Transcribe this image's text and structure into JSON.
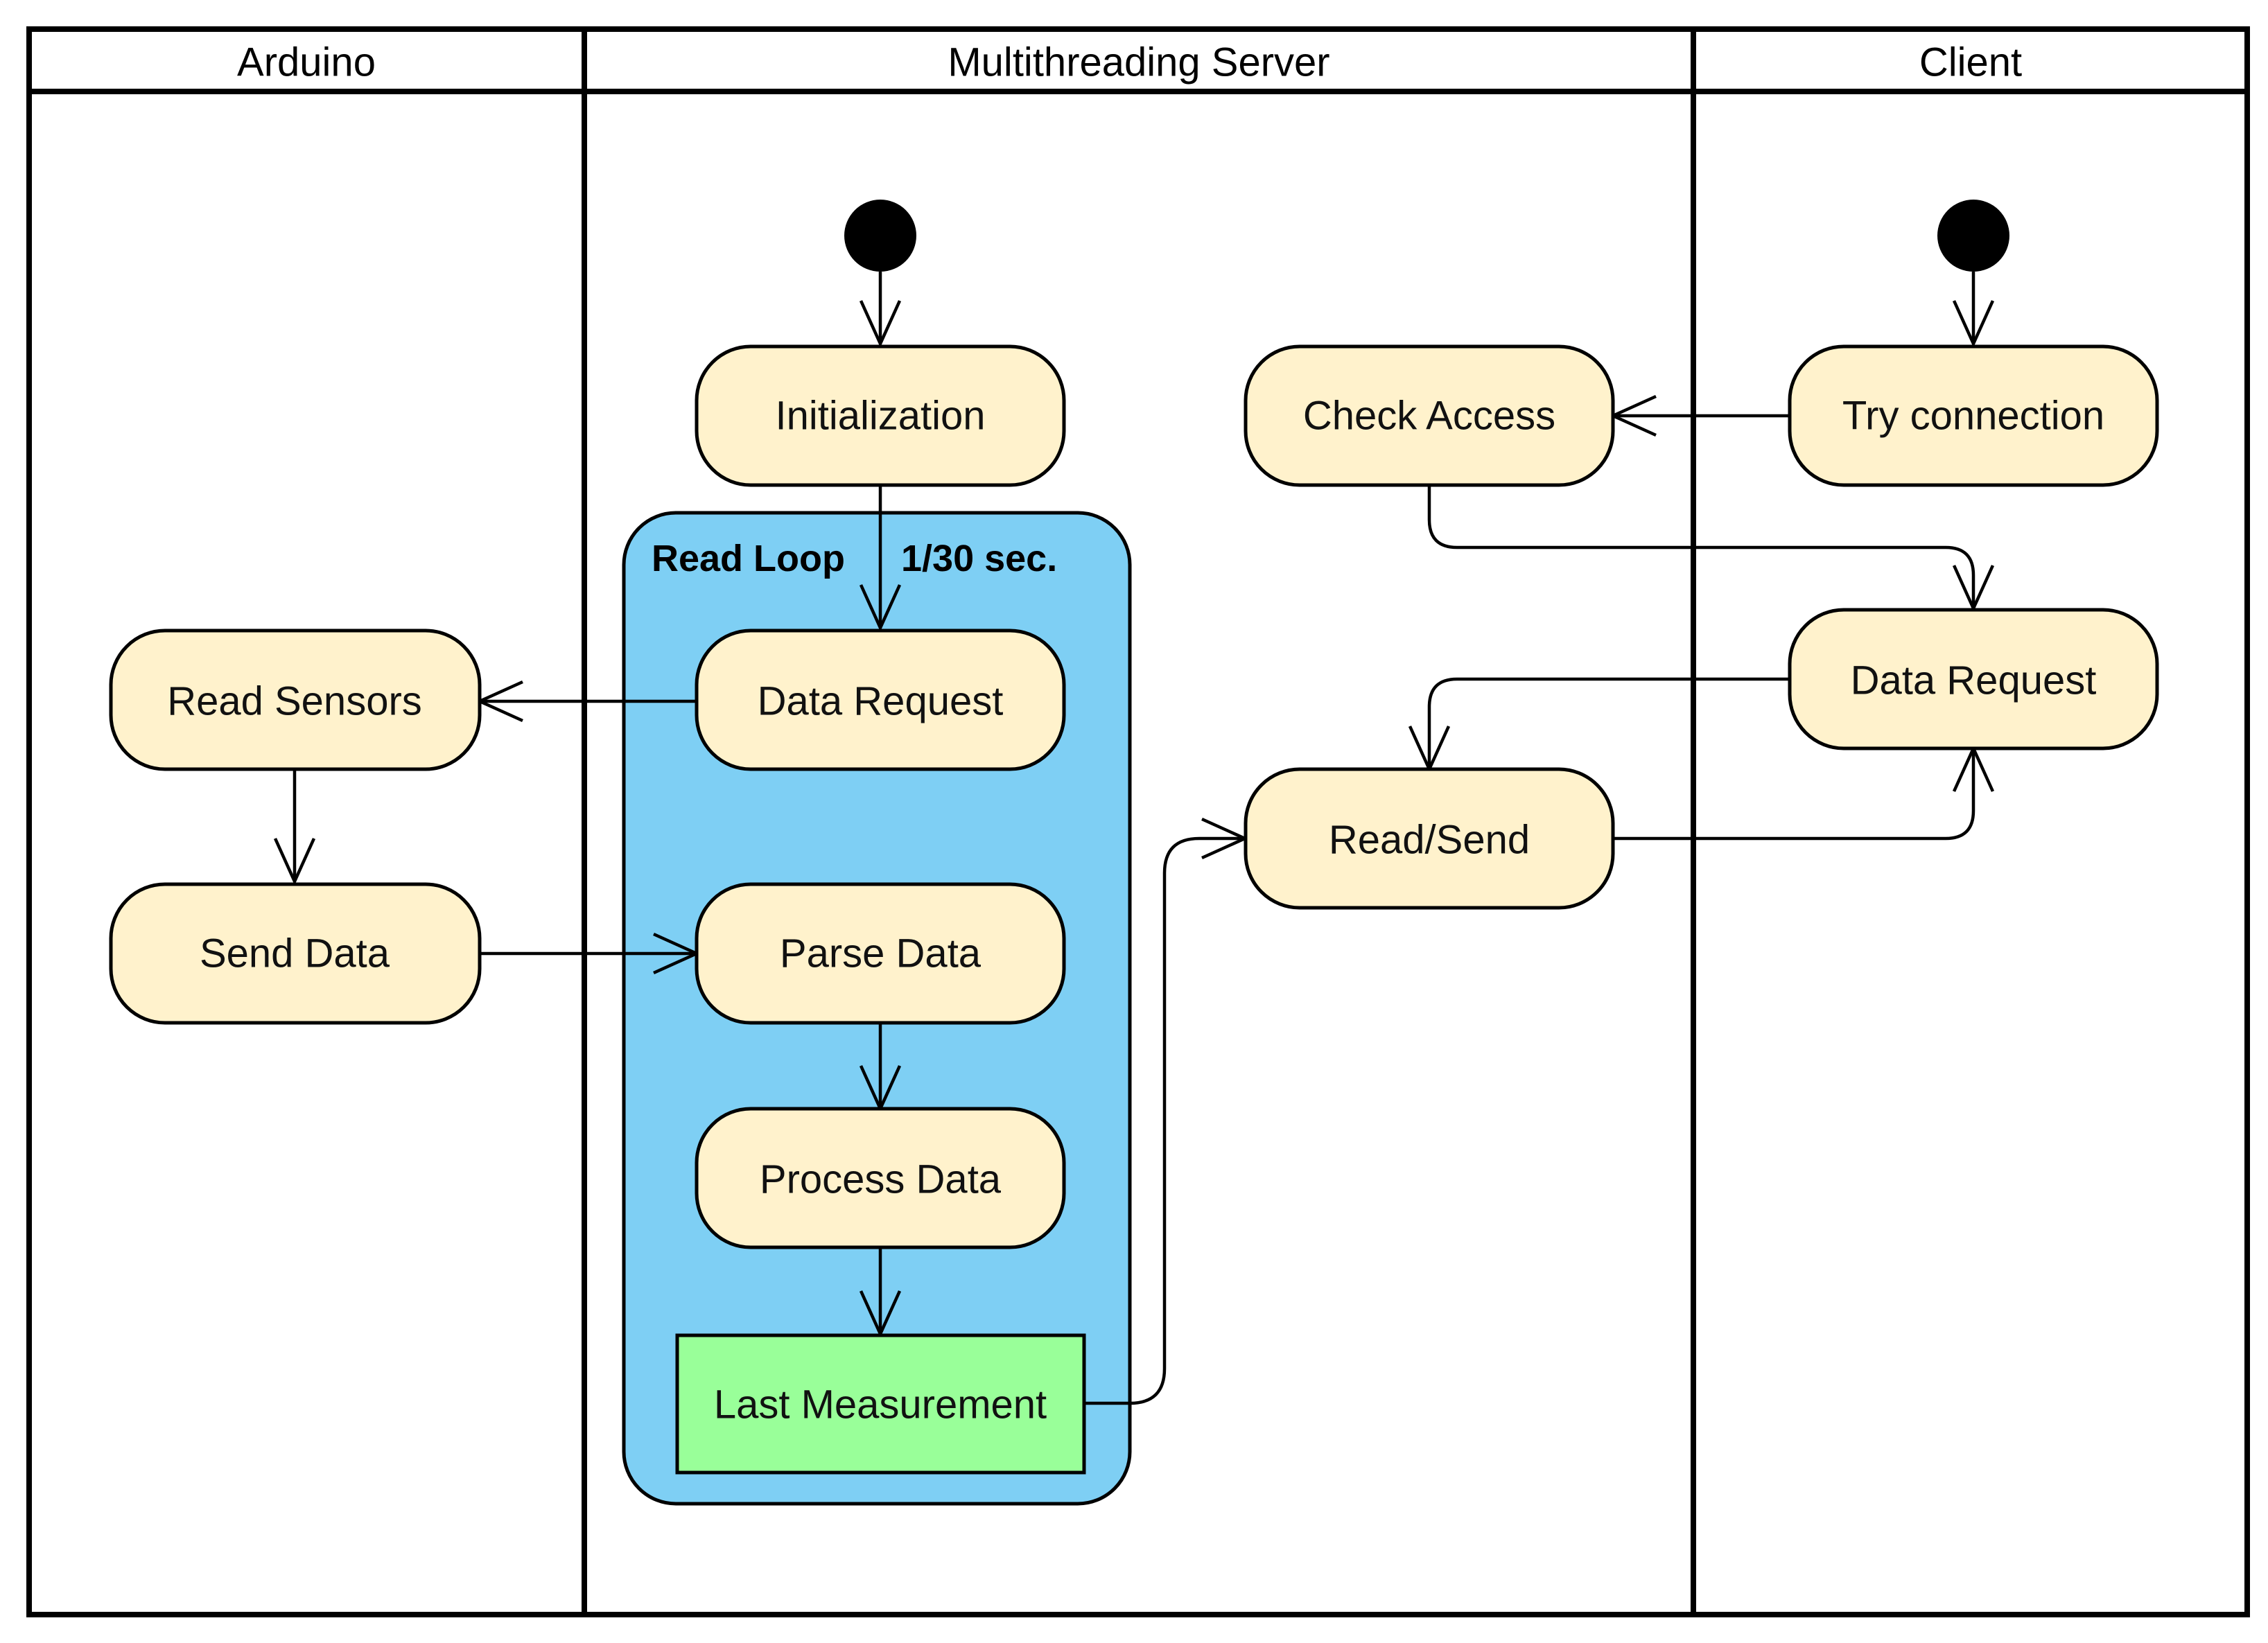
{
  "lanes": [
    {
      "id": "arduino",
      "title": "Arduino"
    },
    {
      "id": "server",
      "title": "Multithreading Server"
    },
    {
      "id": "client",
      "title": "Client"
    }
  ],
  "loop": {
    "name": "Read Loop",
    "rate": "1/30 sec."
  },
  "nodes": {
    "initialization": "Initialization",
    "data_request_server": "Data Request",
    "parse_data": "Parse Data",
    "process_data": "Process Data",
    "last_measurement": "Last Measurement",
    "read_sensors": "Read Sensors",
    "send_data": "Send Data",
    "check_access": "Check Access",
    "try_connection": "Try connection",
    "data_request_client": "Data Request",
    "read_send": "Read/Send"
  },
  "colors": {
    "action_fill": "#fff2cc",
    "loop_fill": "#7ecff4",
    "measurement_fill": "#99ff99",
    "stroke": "#000000"
  }
}
